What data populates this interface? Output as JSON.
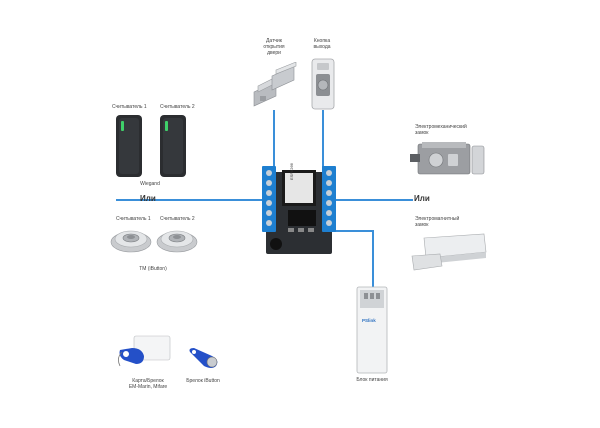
{
  "top": {
    "door_sensor_label": "Датчик\nоткрытия\nдвери",
    "exit_button_label": "Кнопка\nвыхода"
  },
  "left": {
    "reader1_label": "Считыватель 1",
    "reader2_label": "Считыватель 2",
    "wiegand_label": "Wiegand",
    "or_label": "Или",
    "tm_reader1_label": "Считыватель 1",
    "tm_reader2_label": "Считыватель 2",
    "tm_label": "TM (iButton)"
  },
  "right": {
    "em_lock_label": "Электромеханический\nзамок",
    "or_label": "Или",
    "mag_lock_label": "Электромагнитный\nзамок"
  },
  "bottom": {
    "card_label": "Карта/Брелок\nEM-Marin, Mifare",
    "ibutton_label": "Брелок iButton",
    "psu_label": "Блок питания"
  },
  "psu_brand": "PSlink",
  "controller_chip_label": "ESP8266",
  "colors": {
    "wire": "#3a8fd9",
    "terminal": "#1e7fd0",
    "pcb": "#2c2f33",
    "reader_body": "#2b2d30",
    "reader_led": "#3fd06a",
    "fob_blue": "#2450c8"
  }
}
